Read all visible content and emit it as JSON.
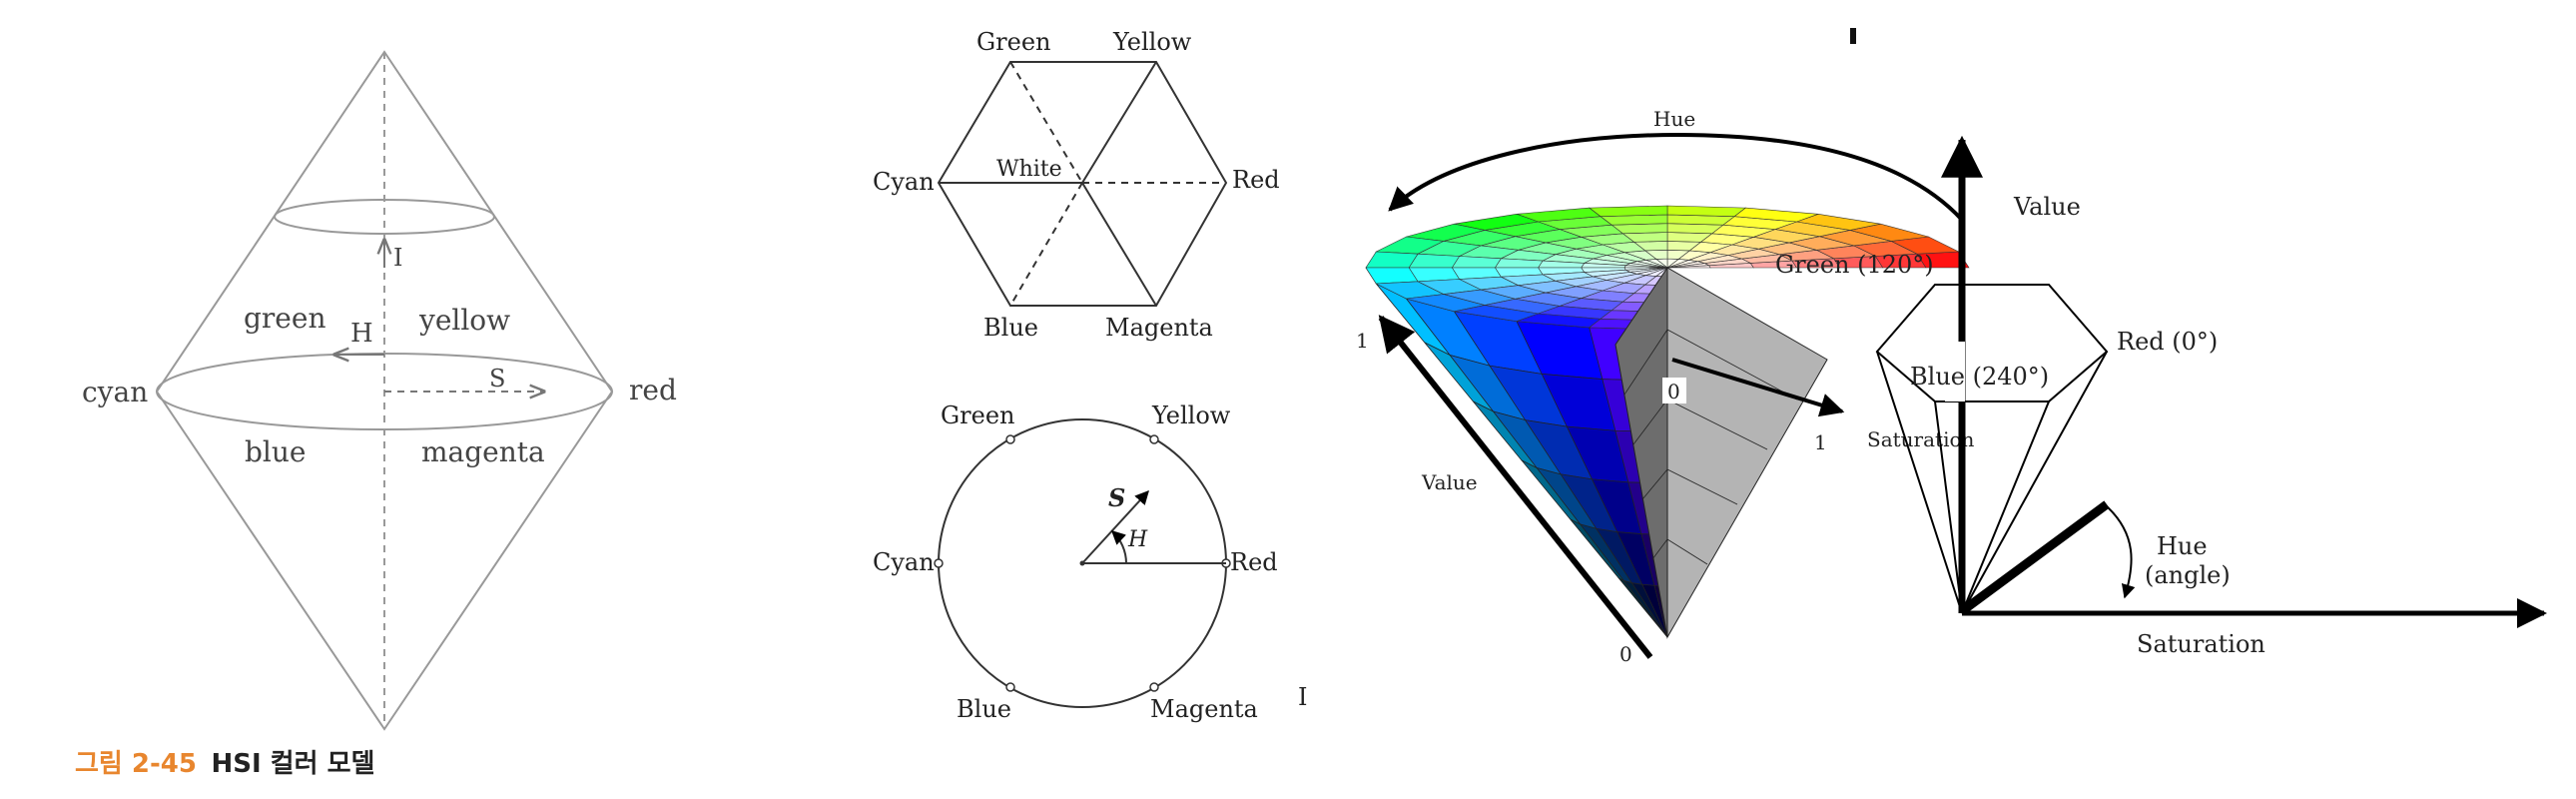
{
  "hsi_model": {
    "caption_number": "그림 2-45",
    "caption_title": "HSI 컬러 모델",
    "labels": {
      "green": "green",
      "yellow": "yellow",
      "cyan": "cyan",
      "red": "red",
      "blue": "blue",
      "magenta": "magenta",
      "intensity": "I",
      "hue": "H",
      "saturation": "S"
    }
  },
  "hexagon_circle": {
    "hexagon": {
      "green": "Green",
      "yellow": "Yellow",
      "cyan": "Cyan",
      "white": "White",
      "red": "Red",
      "blue": "Blue",
      "magenta": "Magenta"
    },
    "circle": {
      "green": "Green",
      "yellow": "Yellow",
      "cyan": "Cyan",
      "red": "Red",
      "blue": "Blue",
      "magenta": "Magenta",
      "s": "S",
      "h": "H"
    },
    "edge_mark": "I"
  },
  "hsv_cone": {
    "hue": "Hue",
    "value": "Value",
    "saturation": "Saturation",
    "one_value": "1",
    "zero_value": "0",
    "zero_sat": "0",
    "one_sat": "1",
    "colors": [
      "#ff0000",
      "#ff4000",
      "#ff8000",
      "#ffbf00",
      "#ffff00",
      "#bfff00",
      "#80ff00",
      "#40ff00",
      "#00ff00",
      "#00ff40",
      "#00ff80",
      "#00ffbf",
      "#00ffff",
      "#00bfff",
      "#0080ff",
      "#0040ff",
      "#0000ff",
      "#4000ff",
      "#8000ff",
      "#bf00ff",
      "#ff00ff",
      "#ff00bf",
      "#ff0080",
      "#ff0040"
    ]
  },
  "hexcone": {
    "value": "Value",
    "green": "Green (120°)",
    "red": "Red (0°)",
    "blue": "Blue (240°)",
    "hue": "Hue",
    "angle": "(angle)",
    "saturation": "Saturation"
  }
}
